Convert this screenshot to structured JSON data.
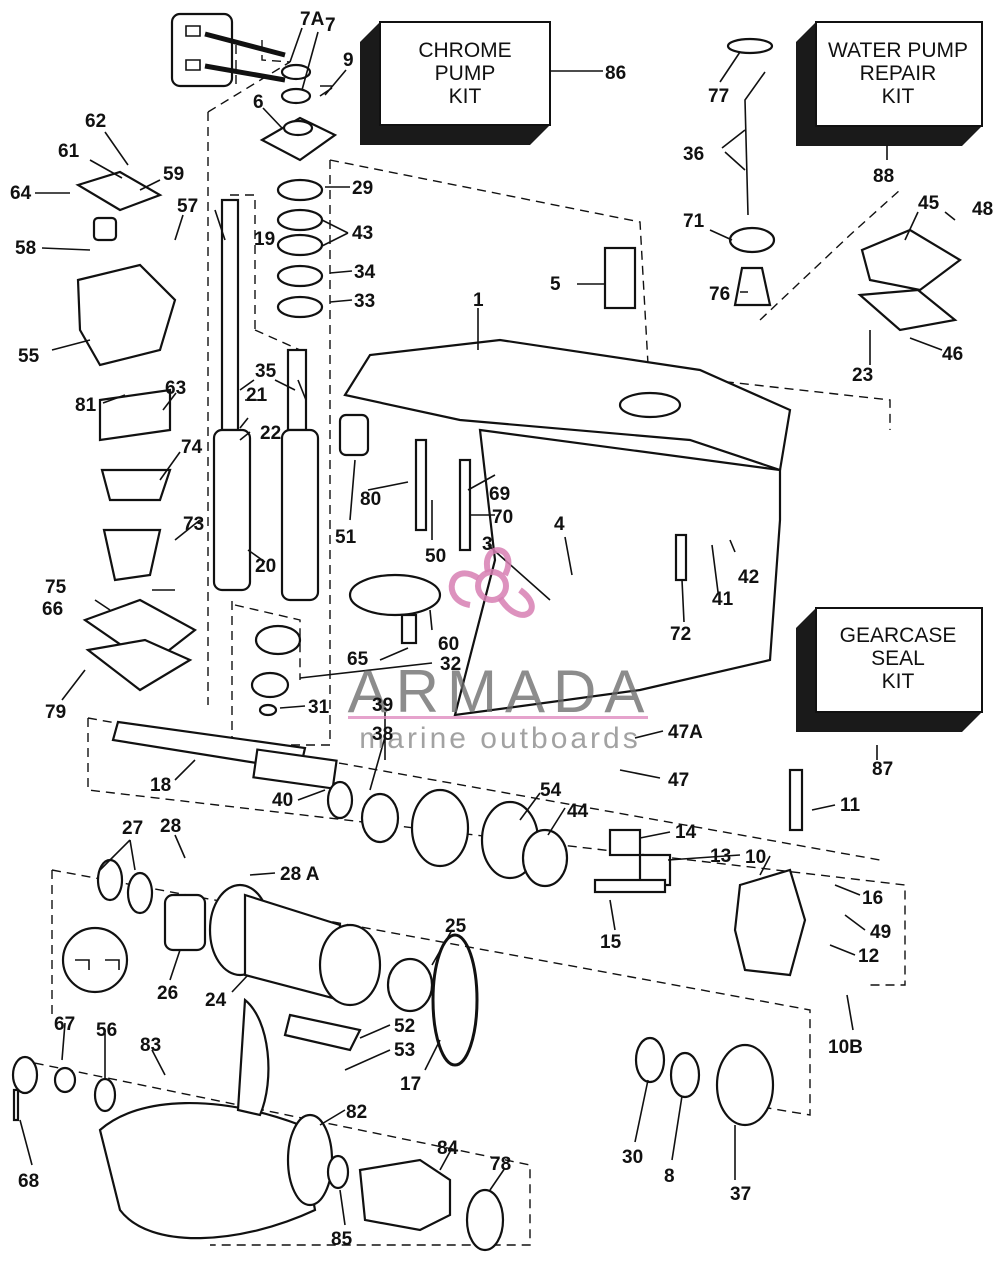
{
  "kits": {
    "chrome_pump": [
      "CHROME",
      "PUMP",
      "KIT"
    ],
    "water_pump_repair": [
      "WATER PUMP",
      "REPAIR",
      "KIT"
    ],
    "gearcase_seal": [
      "GEARCASE",
      "SEAL",
      "KIT"
    ]
  },
  "watermark": {
    "brand": "ARMADA",
    "tagline": "marine outboards"
  },
  "callouts": [
    {
      "id": "c7a",
      "text": "7A"
    },
    {
      "id": "c7",
      "text": "7"
    },
    {
      "id": "c9",
      "text": "9"
    },
    {
      "id": "c86",
      "text": "86"
    },
    {
      "id": "c77",
      "text": "77"
    },
    {
      "id": "c36",
      "text": "36"
    },
    {
      "id": "c88",
      "text": "88"
    },
    {
      "id": "c6",
      "text": "6"
    },
    {
      "id": "c62",
      "text": "62"
    },
    {
      "id": "c61",
      "text": "61"
    },
    {
      "id": "c59",
      "text": "59"
    },
    {
      "id": "c64",
      "text": "64"
    },
    {
      "id": "c57",
      "text": "57"
    },
    {
      "id": "c58",
      "text": "58"
    },
    {
      "id": "c29",
      "text": "29"
    },
    {
      "id": "c19",
      "text": "19"
    },
    {
      "id": "c43",
      "text": "43"
    },
    {
      "id": "c34",
      "text": "34"
    },
    {
      "id": "c33",
      "text": "33"
    },
    {
      "id": "c71",
      "text": "71"
    },
    {
      "id": "c45",
      "text": "45"
    },
    {
      "id": "c48",
      "text": "48"
    },
    {
      "id": "c5",
      "text": "5"
    },
    {
      "id": "c76",
      "text": "76"
    },
    {
      "id": "c55",
      "text": "55"
    },
    {
      "id": "c1",
      "text": "1"
    },
    {
      "id": "c23",
      "text": "23"
    },
    {
      "id": "c46",
      "text": "46"
    },
    {
      "id": "c35",
      "text": "35"
    },
    {
      "id": "c81",
      "text": "81"
    },
    {
      "id": "c63",
      "text": "63"
    },
    {
      "id": "c21",
      "text": "21"
    },
    {
      "id": "c74",
      "text": "74"
    },
    {
      "id": "c22",
      "text": "22"
    },
    {
      "id": "c80",
      "text": "80"
    },
    {
      "id": "c69",
      "text": "69"
    },
    {
      "id": "c51",
      "text": "51"
    },
    {
      "id": "c70",
      "text": "70"
    },
    {
      "id": "c73",
      "text": "73"
    },
    {
      "id": "c4",
      "text": "4"
    },
    {
      "id": "c20",
      "text": "20"
    },
    {
      "id": "c50",
      "text": "50"
    },
    {
      "id": "c3",
      "text": "3"
    },
    {
      "id": "c42",
      "text": "42"
    },
    {
      "id": "c41",
      "text": "41"
    },
    {
      "id": "c75",
      "text": "75"
    },
    {
      "id": "c66",
      "text": "66"
    },
    {
      "id": "c72",
      "text": "72"
    },
    {
      "id": "c60",
      "text": "60"
    },
    {
      "id": "c65",
      "text": "65"
    },
    {
      "id": "c32",
      "text": "32"
    },
    {
      "id": "c79",
      "text": "79"
    },
    {
      "id": "c31",
      "text": "31"
    },
    {
      "id": "c39",
      "text": "39"
    },
    {
      "id": "c38",
      "text": "38"
    },
    {
      "id": "c47a",
      "text": "47A"
    },
    {
      "id": "c87",
      "text": "87"
    },
    {
      "id": "c18",
      "text": "18"
    },
    {
      "id": "c47",
      "text": "47"
    },
    {
      "id": "c40",
      "text": "40"
    },
    {
      "id": "c54",
      "text": "54"
    },
    {
      "id": "c11",
      "text": "11"
    },
    {
      "id": "c44",
      "text": "44"
    },
    {
      "id": "c27",
      "text": "27"
    },
    {
      "id": "c28",
      "text": "28"
    },
    {
      "id": "c14",
      "text": "14"
    },
    {
      "id": "c10",
      "text": "10"
    },
    {
      "id": "c13",
      "text": "13"
    },
    {
      "id": "c28a",
      "text": "28 A"
    },
    {
      "id": "c16",
      "text": "16"
    },
    {
      "id": "c25",
      "text": "25"
    },
    {
      "id": "c15",
      "text": "15"
    },
    {
      "id": "c49",
      "text": "49"
    },
    {
      "id": "c12",
      "text": "12"
    },
    {
      "id": "c26",
      "text": "26"
    },
    {
      "id": "c24",
      "text": "24"
    },
    {
      "id": "c52",
      "text": "52"
    },
    {
      "id": "c10b",
      "text": "10B"
    },
    {
      "id": "c67",
      "text": "67"
    },
    {
      "id": "c56",
      "text": "56"
    },
    {
      "id": "c83",
      "text": "83"
    },
    {
      "id": "c53",
      "text": "53"
    },
    {
      "id": "c17",
      "text": "17"
    },
    {
      "id": "c82",
      "text": "82"
    },
    {
      "id": "c30",
      "text": "30"
    },
    {
      "id": "c8",
      "text": "8"
    },
    {
      "id": "c37",
      "text": "37"
    },
    {
      "id": "c84",
      "text": "84"
    },
    {
      "id": "c78",
      "text": "78"
    },
    {
      "id": "c68",
      "text": "68"
    },
    {
      "id": "c85",
      "text": "85"
    }
  ]
}
